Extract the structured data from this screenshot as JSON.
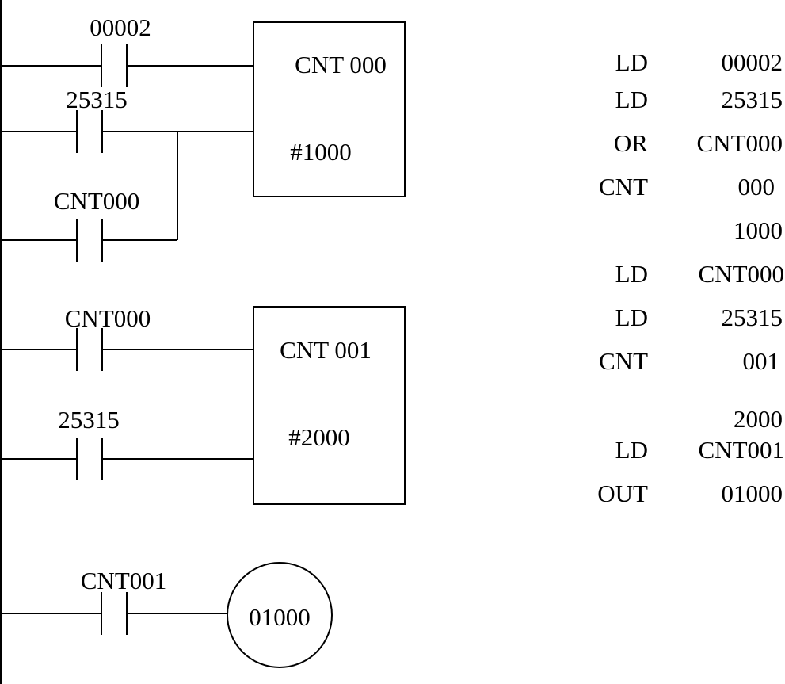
{
  "rung1": {
    "contact_a": "00002",
    "contact_b": "25315",
    "contact_c": "CNT000",
    "counter_name": "CNT 000",
    "counter_preset": "#1000"
  },
  "rung2": {
    "contact_a": "CNT000",
    "contact_b": "25315",
    "counter_name": "CNT 001",
    "counter_preset": "#2000"
  },
  "rung3": {
    "contact": "CNT001",
    "coil": "01000"
  },
  "instructions": [
    {
      "op": "LD",
      "operand": "00002"
    },
    {
      "op": "LD",
      "operand": "25315"
    },
    {
      "op": "OR",
      "operand": "CNT000"
    },
    {
      "op": "CNT",
      "operand": "000"
    },
    {
      "op": "",
      "operand": "1000"
    },
    {
      "op": "LD",
      "operand": "CNT000"
    },
    {
      "op": "LD",
      "operand": "25315"
    },
    {
      "op": "CNT",
      "operand": "001"
    },
    {
      "op": "",
      "operand": "2000"
    },
    {
      "op": "LD",
      "operand": "CNT001"
    },
    {
      "op": "OUT",
      "operand": "01000"
    }
  ]
}
